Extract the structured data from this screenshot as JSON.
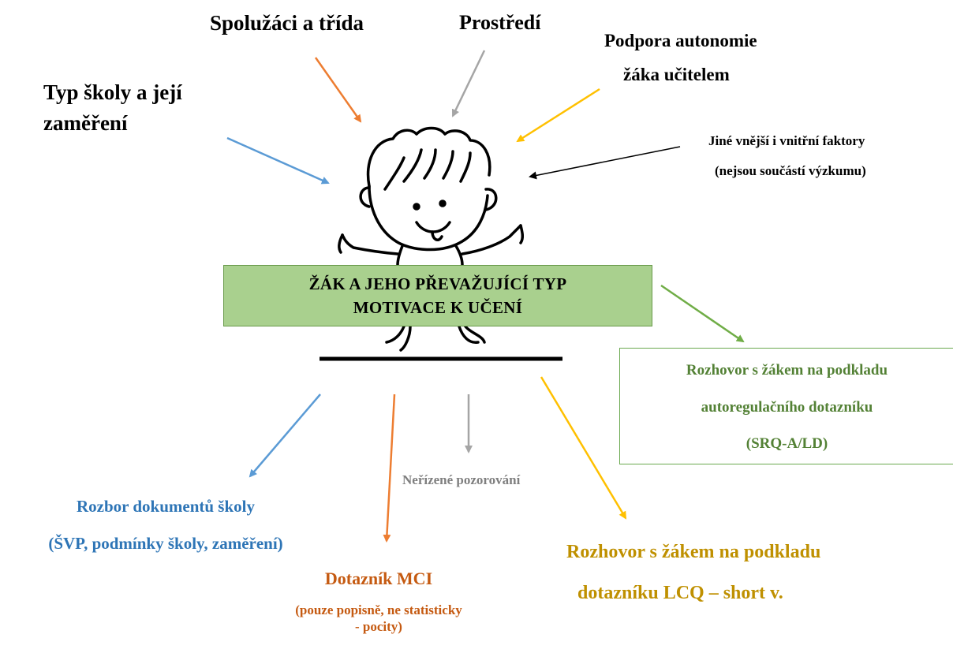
{
  "top_factors": {
    "typ_skoly_line1": "Typ školy a její",
    "typ_skoly_line2": "zaměření",
    "spoluzaci": "Spolužáci a třída",
    "prostredi": "Prostředí",
    "podpora_line1": "Podpora autonomie",
    "podpora_line2": "žáka učitelem",
    "jine_line1": "Jiné vnější i vnitřní faktory",
    "jine_line2": "(nejsou součástí výzkumu)"
  },
  "center_box": {
    "line1": "ŽÁK A JEHO PŘEVAŽUJÍCÍ TYP",
    "line2": "MOTIVACE K UČENÍ",
    "color": "#a9d08e"
  },
  "methods": {
    "rozbor_line1": "Rozbor dokumentů školy",
    "rozbor_line2": "(ŠVP, podmínky školy, zaměření)",
    "dotaznik_line1": "Dotazník MCI",
    "dotaznik_line2": "(pouze popisně, ne statisticky",
    "dotaznik_line3": "- pocity)",
    "pozorovani": "Neřízené pozorování",
    "lcq_line1": "Rozhovor s žákem na podkladu",
    "lcq_line2": "dotazníku LCQ – short v.",
    "srq_line1": "Rozhovor s žákem na podkladu",
    "srq_line2": "autoregulačního dotazníku",
    "srq_line3": "(SRQ-A/LD)"
  },
  "colors": {
    "blue": "#5b9bd5",
    "orange": "#ed7d31",
    "gray": "#a5a5a5",
    "yellow": "#ffc000",
    "green": "#70ad47",
    "dark_green": "#538135",
    "gold": "#bf9000",
    "black": "#000000"
  },
  "icons": [
    "child-figure-icon"
  ]
}
